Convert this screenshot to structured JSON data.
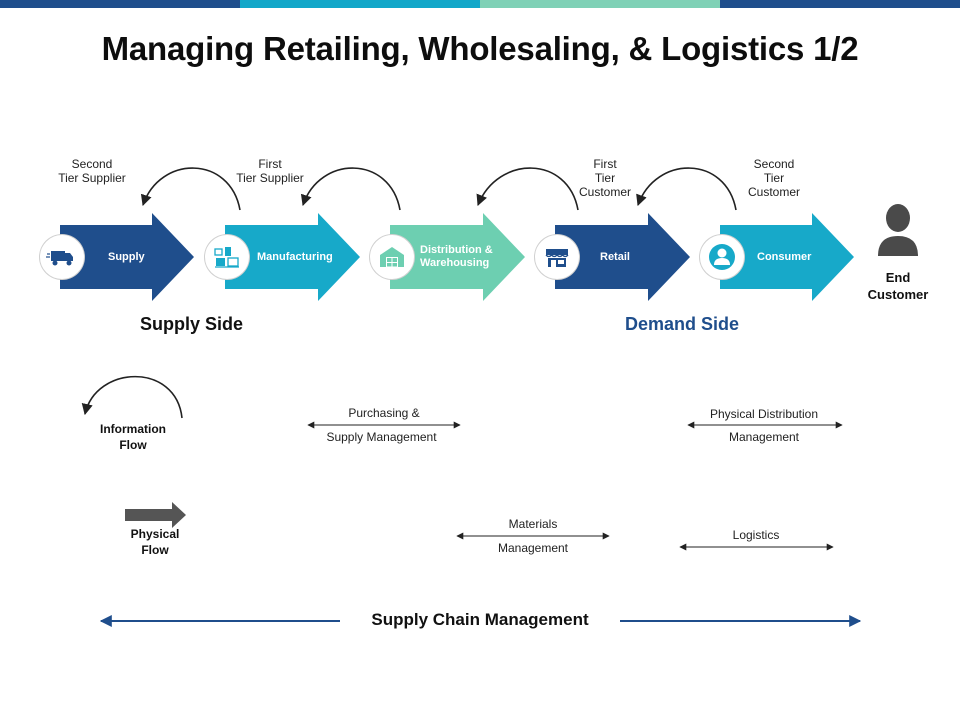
{
  "colors": {
    "top_bar": [
      "#1f4e8c",
      "#12a7c9",
      "#7fd1b6",
      "#1f4e8c"
    ],
    "supply": "#1f4e8c",
    "manufacturing": "#17a9c9",
    "distribution": "#6dcfb1",
    "retail": "#1f4e8c",
    "consumer": "#17a9c9",
    "demand_side": "#1f4e8c",
    "person": "#4a4a4a",
    "physical_arrow": "#555555"
  },
  "title": "Managing Retailing, Wholesaling, & Logistics 1/2",
  "stages": [
    {
      "label": "Supply",
      "icon": "truck-icon"
    },
    {
      "label": "Manufacturing",
      "icon": "factory-icon"
    },
    {
      "label": "Distribution &\nWarehousing",
      "icon": "warehouse-icon"
    },
    {
      "label": "Retail",
      "icon": "store-icon"
    },
    {
      "label": "Consumer",
      "icon": "user-icon"
    }
  ],
  "tiers": {
    "second_supplier": "Second\nTier Supplier",
    "first_supplier": "First\nTier Supplier",
    "first_customer": "First\nTier\nCustomer",
    "second_customer": "Second\nTier\nCustomer"
  },
  "end_customer": "End\nCustomer",
  "supply_side": "Supply Side",
  "demand_side": "Demand Side",
  "legend": {
    "information_flow": "Information\nFlow",
    "physical_flow": "Physical\nFlow"
  },
  "spans": {
    "purchasing_top": "Purchasing &",
    "purchasing_bottom": "Supply Management",
    "physical_dist_top": "Physical Distribution",
    "physical_dist_bottom": "Management",
    "materials_top": "Materials",
    "materials_bottom": "Management",
    "logistics": "Logistics"
  },
  "supply_chain_management": "Supply Chain Management"
}
